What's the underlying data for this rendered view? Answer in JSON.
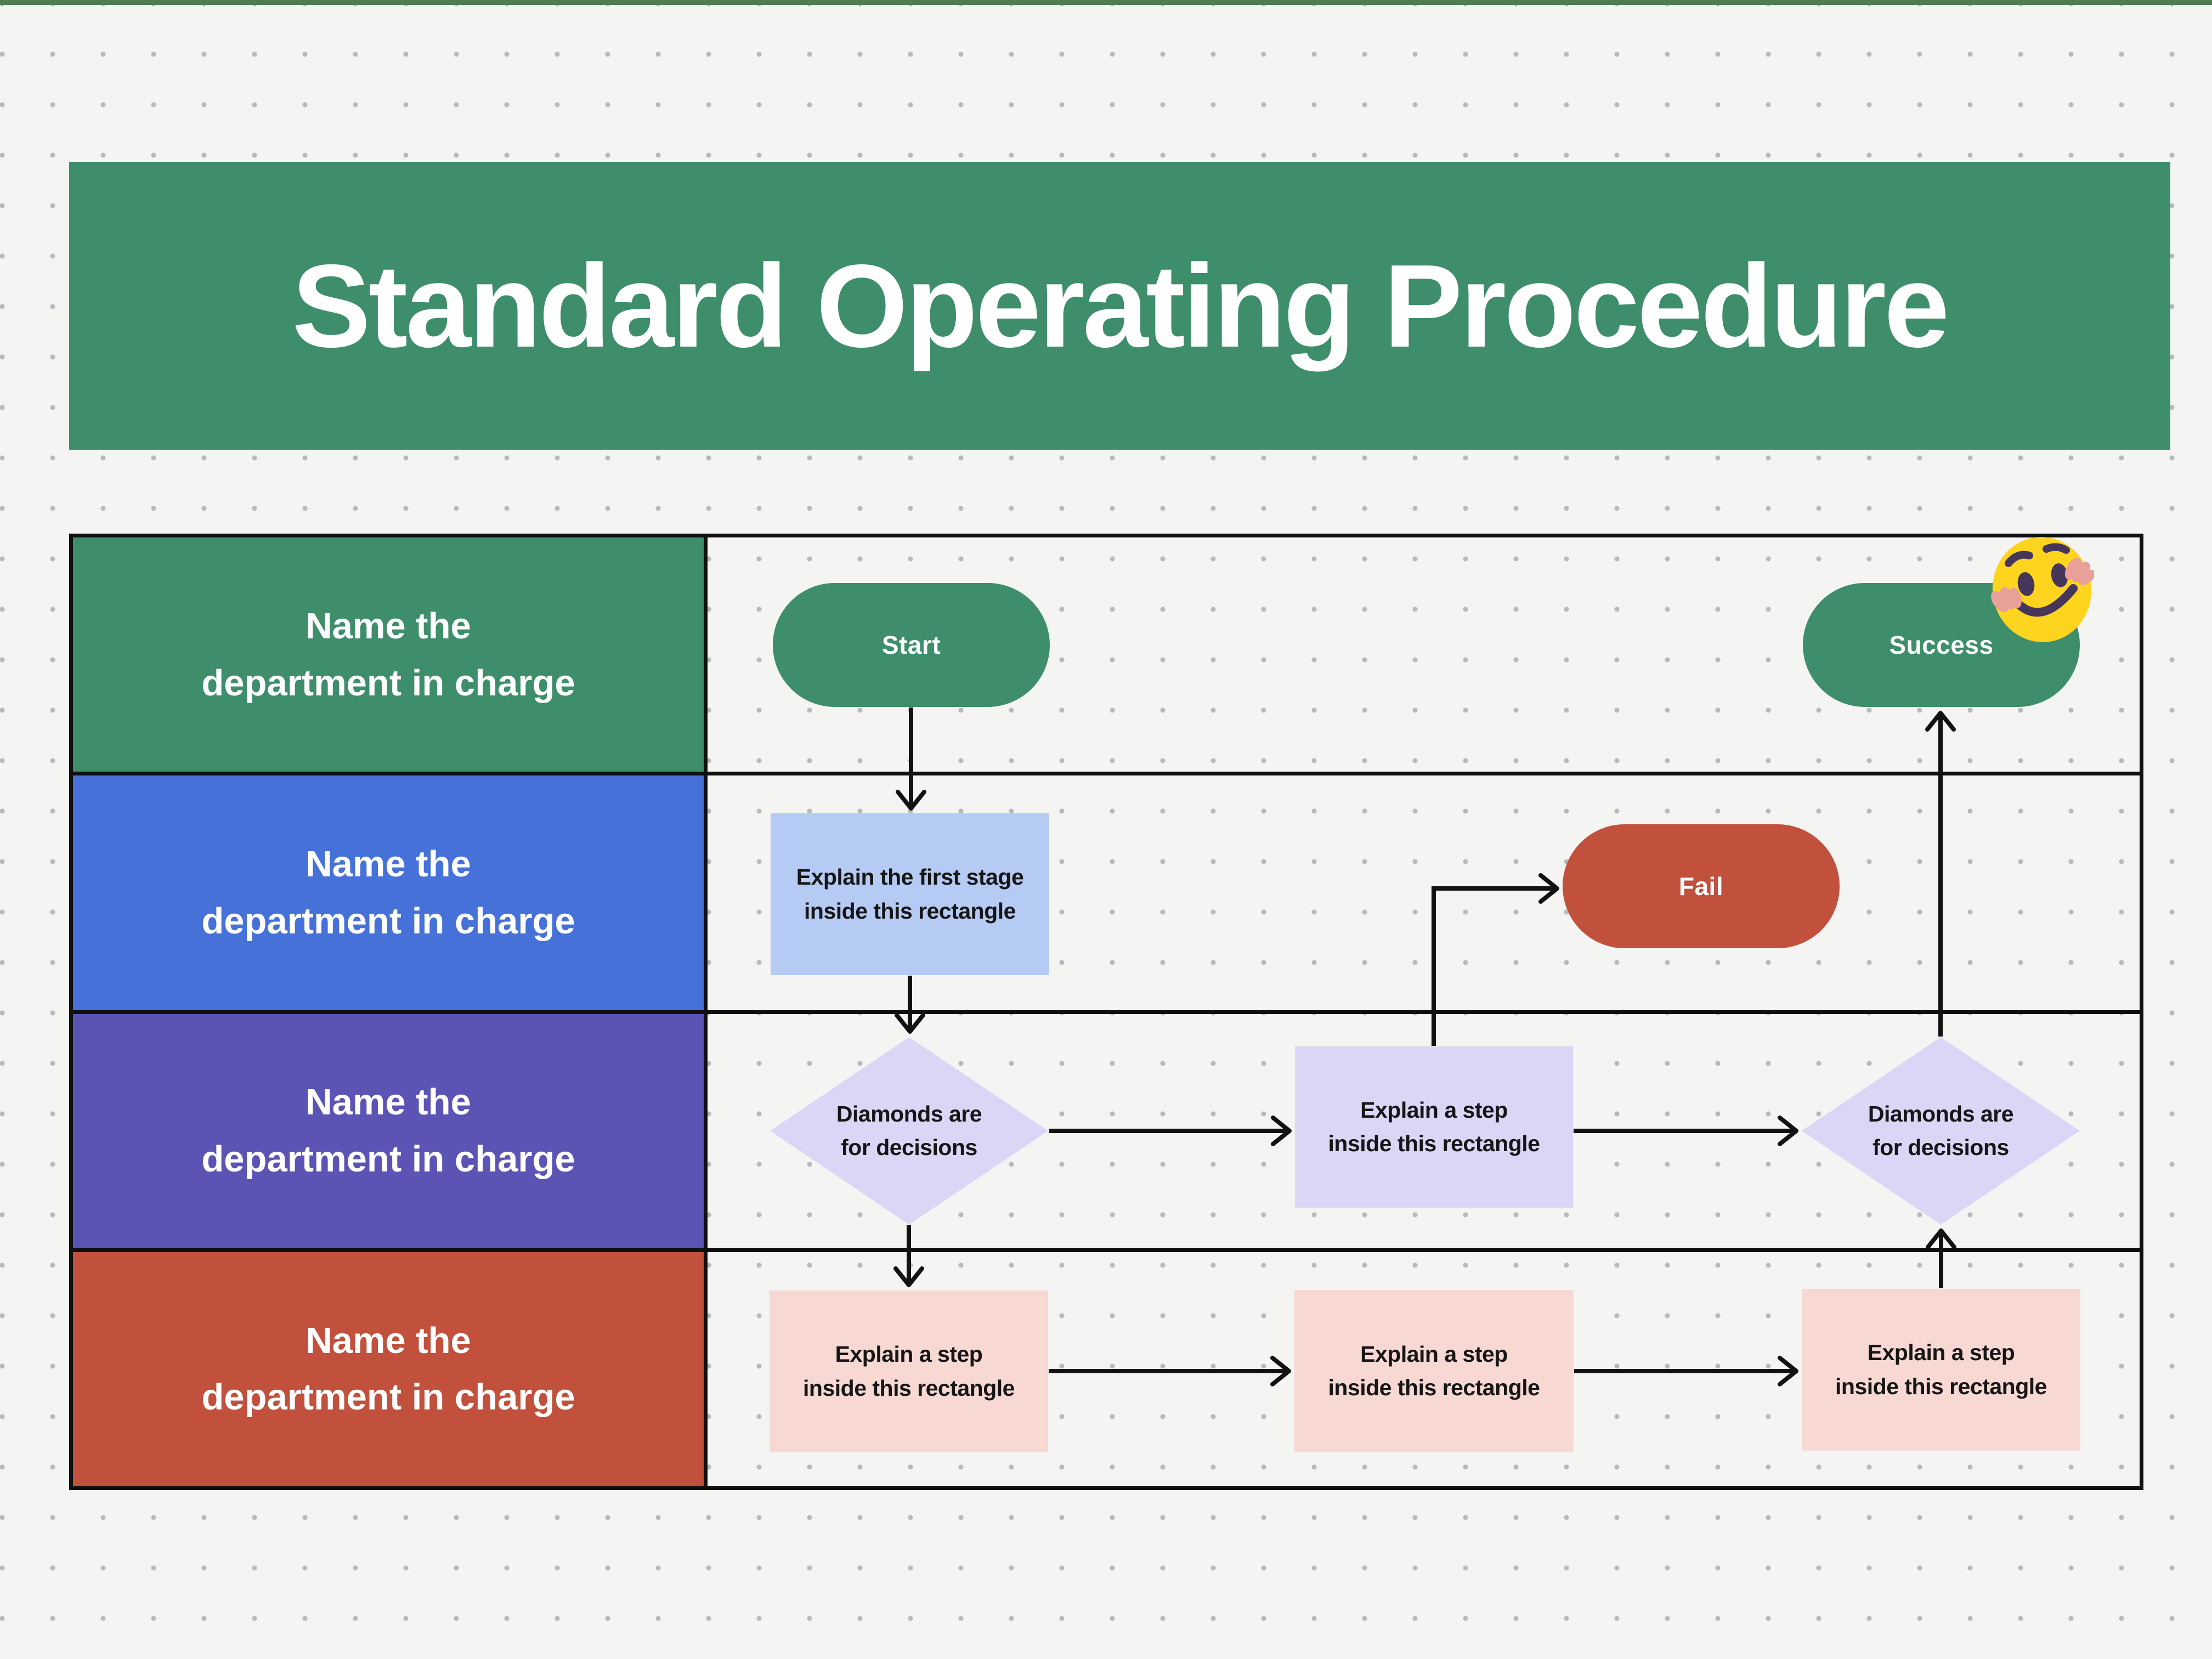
{
  "colors": {
    "page_bg": "#f4f5f3",
    "dot": "#b5babd",
    "top_strip": "#4f7d53",
    "banner_green": "#3e8e6c",
    "pill_green": "#3e8e6c",
    "pill_red": "#c1503c",
    "rect_blue": "#b6cbf4",
    "rect_lavender": "#dbd6f6",
    "rect_pink": "#f7d8d3",
    "connector": "#121212",
    "table_border": "#0f0f10",
    "node_text": "#161616",
    "light_text": "#ffffff",
    "emoji_face": "#fed41e",
    "emoji_features": "#46375a",
    "emoji_hands": "#e9a098"
  },
  "banner": {
    "title": "Standard Operating Procedure"
  },
  "lanes": [
    {
      "line1": "Name the",
      "line2": "department in charge",
      "color": "#3e8e6c"
    },
    {
      "line1": "Name the",
      "line2": "department in charge",
      "color": "#4571d9"
    },
    {
      "line1": "Name the",
      "line2": "department in charge",
      "color": "#5b54b5"
    },
    {
      "line1": "Name the",
      "line2": "department in charge",
      "color": "#c1503c"
    }
  ],
  "nodes": {
    "start": {
      "label": "Start"
    },
    "success": {
      "label": "Success"
    },
    "fail": {
      "label": "Fail"
    },
    "first_stage": {
      "line1": "Explain the first stage",
      "line2": "inside this rectangle"
    },
    "decision_left": {
      "line1": "Diamonds are",
      "line2": "for decisions"
    },
    "step_middle": {
      "line1": "Explain a step",
      "line2": "inside this rectangle"
    },
    "decision_right": {
      "line1": "Diamonds are",
      "line2": "for decisions"
    },
    "step_bottom_left": {
      "line1": "Explain a step",
      "line2": "inside this rectangle"
    },
    "step_bottom_middle": {
      "line1": "Explain a step",
      "line2": "inside this rectangle"
    },
    "step_bottom_right": {
      "line1": "Explain a step",
      "line2": "inside this rectangle"
    }
  },
  "emoji": {
    "name": "smiley-face"
  }
}
